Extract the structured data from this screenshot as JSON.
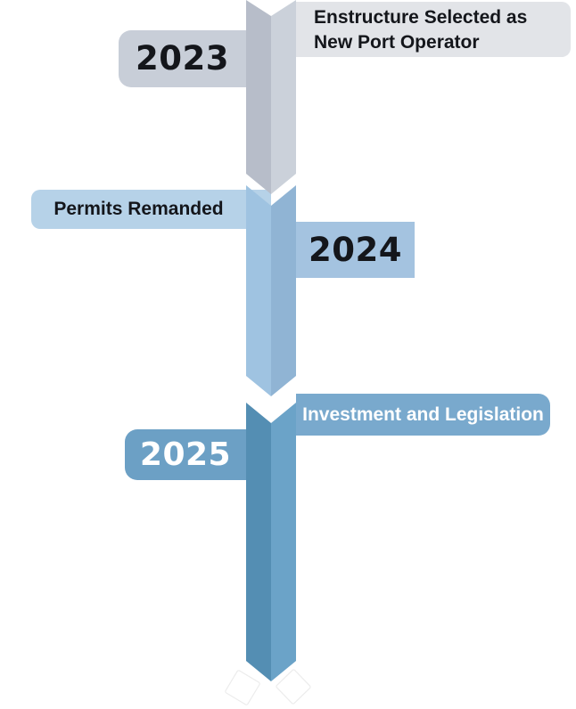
{
  "colors": {
    "background": "#ffffff",
    "seg1_left": "#b7bdc9",
    "seg1_right": "#cbd1da",
    "seg2_left": "#9fc3e1",
    "seg2_right": "#90b4d4",
    "seg3_left": "#548eb3",
    "seg3_right": "#6ba3c8",
    "label_2023_bg": "#c8ced8",
    "event_2023_bg": "#e2e4e8",
    "permits_bg": "#b6d2e8",
    "label_2024_bg": "#a4c3e0",
    "invest_bg": "#79a9cd",
    "label_2025_bg": "#6ca0c5",
    "text_dark": "#14161b",
    "text_light": "#ffffff",
    "diamond_fill": "#ffffff",
    "diamond_edge": "#ececec"
  },
  "timeline": {
    "events": [
      {
        "year": "2023",
        "title_lines": [
          "Enstructure Selected as",
          "New Port Operator"
        ]
      },
      {
        "year": "2024",
        "title": "Permits Remanded"
      },
      {
        "year": "2025",
        "title": "Investment and Legislation"
      }
    ]
  }
}
